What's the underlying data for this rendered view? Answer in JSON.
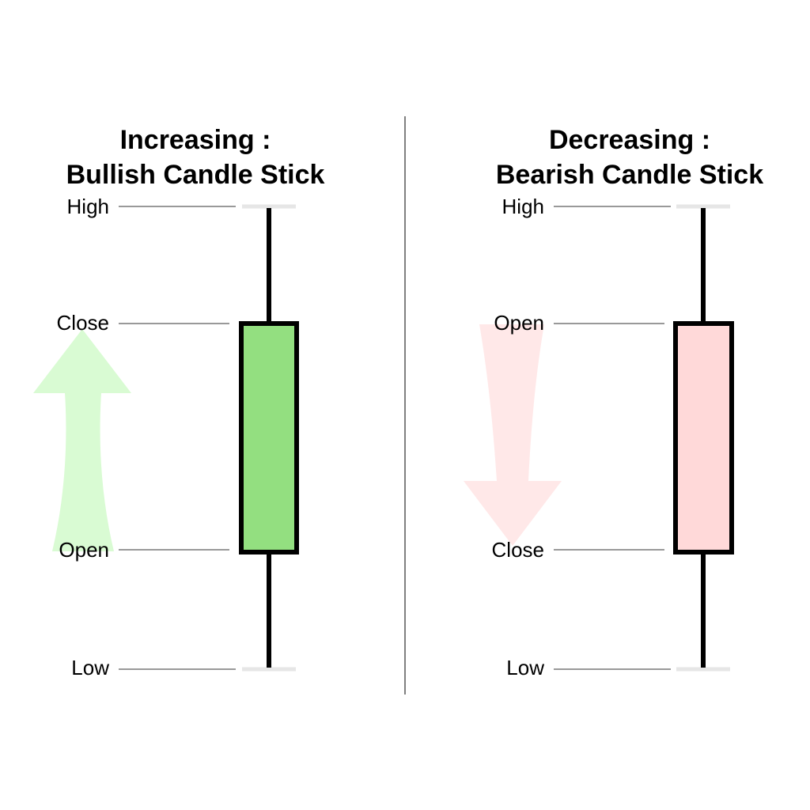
{
  "panels": [
    {
      "id": "bullish",
      "title_line1": "Increasing :",
      "title_line2": "Bullish Candle Stick",
      "labels": {
        "high": "High",
        "body_top": "Close",
        "body_bottom": "Open",
        "low": "Low"
      },
      "direction": "up",
      "body_color": "#93df80",
      "arrow_color": "#d9fbd3"
    },
    {
      "id": "bearish",
      "title_line1": "Decreasing :",
      "title_line2": "Bearish Candle Stick",
      "labels": {
        "high": "High",
        "body_top": "Open",
        "body_bottom": "Close",
        "low": "Low"
      },
      "direction": "down",
      "body_color": "#ffd9d9",
      "arrow_color": "#ffe8e8"
    }
  ],
  "colors": {
    "outline": "#000000",
    "guide_line": "#999999",
    "tick_mark": "#e6e6e6",
    "divider": "#555555"
  }
}
